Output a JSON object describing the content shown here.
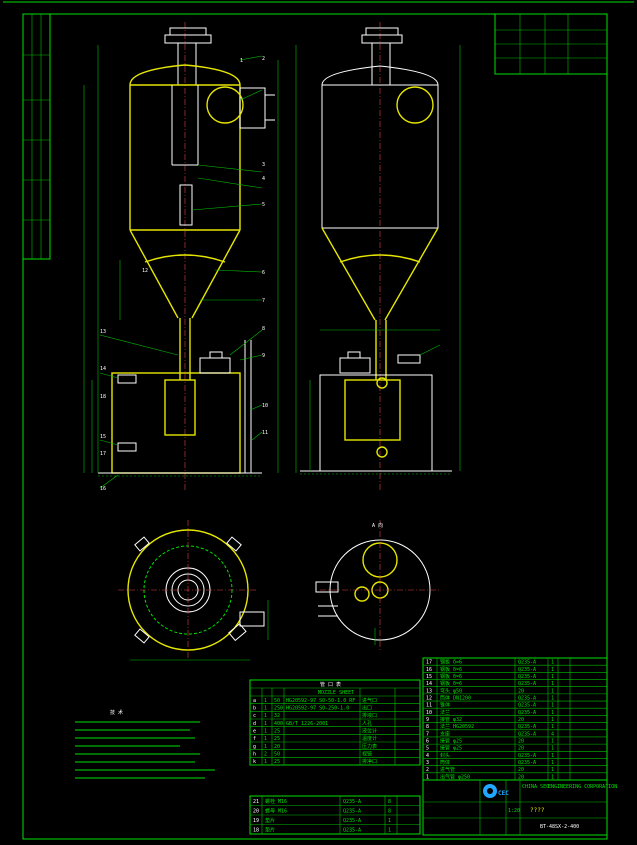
{
  "title_block": {
    "company_line1": "ENGINEERING CORPORATION",
    "company_line2": "CHINA SEO",
    "logo_text": "CEC",
    "part_name": "????",
    "drawing_no": "BT-48SX-2-400",
    "scale_label": "1:20"
  },
  "sheet_labels": {
    "nozzle_table_title": "MOZZLE SHEET",
    "nozzle_table_header": "管 口 表",
    "notes_title": "技 术",
    "view_a_label": "A 向"
  },
  "nozzle_table": {
    "rows": [
      {
        "mark": "a",
        "qty": "1",
        "size": "50",
        "std": "HG20592-97 SO-50-1.0 RF",
        "use": "进气口"
      },
      {
        "mark": "b",
        "qty": "1",
        "size": "250",
        "std": "HG20592-97 SO-250-1.0",
        "use": "出口"
      },
      {
        "mark": "c",
        "qty": "1",
        "size": "32",
        "std": "",
        "use": "排液口"
      },
      {
        "mark": "d",
        "qty": "1",
        "size": "400",
        "std": "GB/T 1226-2001",
        "use": "人孔"
      },
      {
        "mark": "e",
        "qty": "1",
        "size": "25",
        "std": "",
        "use": "液位计"
      },
      {
        "mark": "f",
        "qty": "1",
        "size": "25",
        "std": "",
        "use": "温度计"
      },
      {
        "mark": "g",
        "qty": "1",
        "size": "20",
        "std": "",
        "use": "压力表"
      },
      {
        "mark": "h",
        "qty": "2",
        "size": "50",
        "std": "",
        "use": "视镜"
      },
      {
        "mark": "k",
        "qty": "1",
        "size": "25",
        "std": "",
        "use": "排净口"
      }
    ]
  },
  "bom_rows": [
    {
      "no": "17",
      "name": "钢板 δ=6",
      "qty": "1",
      "mat": "Q235-A"
    },
    {
      "no": "16",
      "name": "钢板 δ=6",
      "qty": "1",
      "mat": "Q235-A"
    },
    {
      "no": "15",
      "name": "钢板 δ=6",
      "qty": "1",
      "mat": "Q235-A"
    },
    {
      "no": "14",
      "name": "钢板 δ=6",
      "qty": "1",
      "mat": "Q235-A"
    },
    {
      "no": "13",
      "name": "弯头 φ50",
      "qty": "1",
      "mat": "20"
    },
    {
      "no": "12",
      "name": "筒体 DN1200",
      "qty": "1",
      "mat": "Q235-A"
    },
    {
      "no": "11",
      "name": "锥体",
      "qty": "1",
      "mat": "Q235-A"
    },
    {
      "no": "10",
      "name": "法兰",
      "qty": "1",
      "mat": "Q235-A"
    },
    {
      "no": "9",
      "name": "接管 φ32",
      "qty": "1",
      "mat": "20"
    },
    {
      "no": "8",
      "name": "法兰 HG20592",
      "qty": "1",
      "mat": "Q235-A"
    },
    {
      "no": "7",
      "name": "支座",
      "qty": "4",
      "mat": "Q235-A"
    },
    {
      "no": "6",
      "name": "接管 φ25",
      "qty": "1",
      "mat": "20"
    },
    {
      "no": "5",
      "name": "接管 φ25",
      "qty": "1",
      "mat": "20"
    },
    {
      "no": "4",
      "name": "封头",
      "qty": "1",
      "mat": "Q235-A"
    },
    {
      "no": "3",
      "name": "筒体",
      "qty": "1",
      "mat": "Q235-A"
    },
    {
      "no": "2",
      "name": "进气管",
      "qty": "1",
      "mat": "20"
    },
    {
      "no": "1",
      "name": "出气管 φ250",
      "qty": "1",
      "mat": "20"
    }
  ],
  "bottom_table_rows": [
    {
      "no": "21",
      "name": "螺栓 M16",
      "qty": "8",
      "mat": "Q235-A"
    },
    {
      "no": "20",
      "name": "螺母 M16",
      "qty": "8",
      "mat": "Q235-A"
    },
    {
      "no": "19",
      "name": "垫片",
      "qty": "1",
      "mat": "Q235-A"
    },
    {
      "no": "18",
      "name": "垫片",
      "qty": "1",
      "mat": "Q235-A"
    }
  ],
  "part_labels": [
    "1",
    "2",
    "3",
    "4",
    "5",
    "6",
    "7",
    "8",
    "9",
    "10",
    "11",
    "12",
    "13",
    "14",
    "15",
    "16",
    "17",
    "18"
  ],
  "colors": {
    "line": "#00e000",
    "body": "#e6e600",
    "white": "#ffffff",
    "center": "#e04040",
    "logo": "#20a8ff"
  }
}
